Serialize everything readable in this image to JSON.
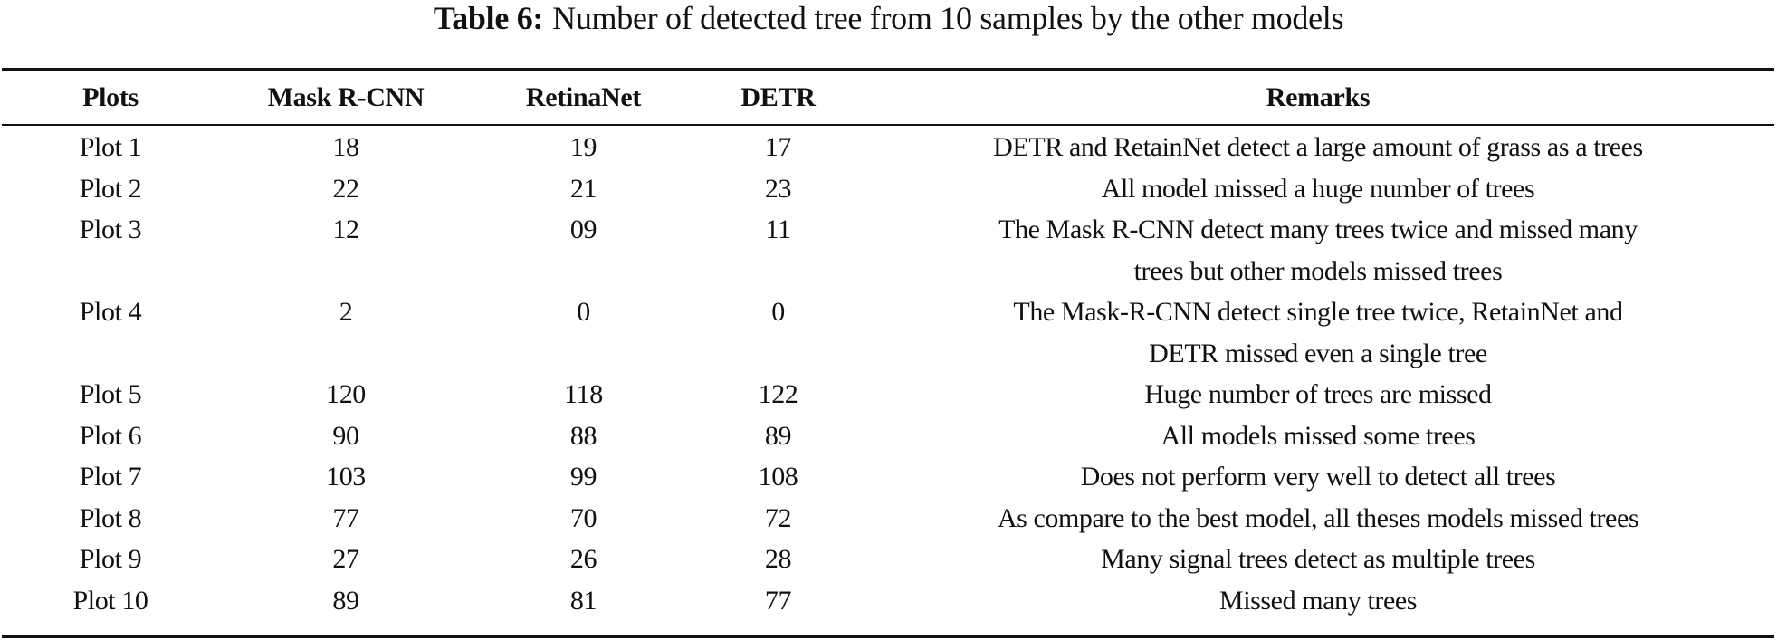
{
  "caption": {
    "label": "Table 6:",
    "text": "Number of detected tree from 10 samples by the other models"
  },
  "table": {
    "headers": [
      "Plots",
      "Mask R-CNN",
      "RetinaNet",
      "DETR",
      "Remarks"
    ],
    "rows": [
      {
        "plot": "Plot 1",
        "mask_rcnn": "18",
        "retinanet": "19",
        "detr": "17",
        "remarks": [
          "DETR and RetainNet detect a large amount of grass as a trees"
        ]
      },
      {
        "plot": "Plot 2",
        "mask_rcnn": "22",
        "retinanet": "21",
        "detr": "23",
        "remarks": [
          "All model missed a huge number of trees"
        ]
      },
      {
        "plot": "Plot 3",
        "mask_rcnn": "12",
        "retinanet": "09",
        "detr": "11",
        "remarks": [
          "The Mask R-CNN detect many trees twice and missed many",
          "trees but other models missed trees"
        ]
      },
      {
        "plot": "Plot 4",
        "mask_rcnn": "2",
        "retinanet": "0",
        "detr": "0",
        "remarks": [
          "The Mask-R-CNN detect single tree twice, RetainNet and",
          "DETR missed even a single tree"
        ]
      },
      {
        "plot": "Plot 5",
        "mask_rcnn": "120",
        "retinanet": "118",
        "detr": "122",
        "remarks": [
          "Huge number of trees are missed"
        ]
      },
      {
        "plot": "Plot 6",
        "mask_rcnn": "90",
        "retinanet": "88",
        "detr": "89",
        "remarks": [
          "All models missed some trees"
        ]
      },
      {
        "plot": "Plot 7",
        "mask_rcnn": "103",
        "retinanet": "99",
        "detr": "108",
        "remarks": [
          "Does not perform very well to detect all trees"
        ]
      },
      {
        "plot": "Plot 8",
        "mask_rcnn": "77",
        "retinanet": "70",
        "detr": "72",
        "remarks": [
          "As compare to the best model, all theses models missed trees"
        ]
      },
      {
        "plot": "Plot 9",
        "mask_rcnn": "27",
        "retinanet": "26",
        "detr": "28",
        "remarks": [
          "Many signal trees detect as multiple trees"
        ]
      },
      {
        "plot": "Plot 10",
        "mask_rcnn": "89",
        "retinanet": "81",
        "detr": "77",
        "remarks": [
          "Missed many trees"
        ]
      }
    ]
  },
  "colors": {
    "text": "#111111",
    "rules": "#111111",
    "background": "#ffffff"
  }
}
